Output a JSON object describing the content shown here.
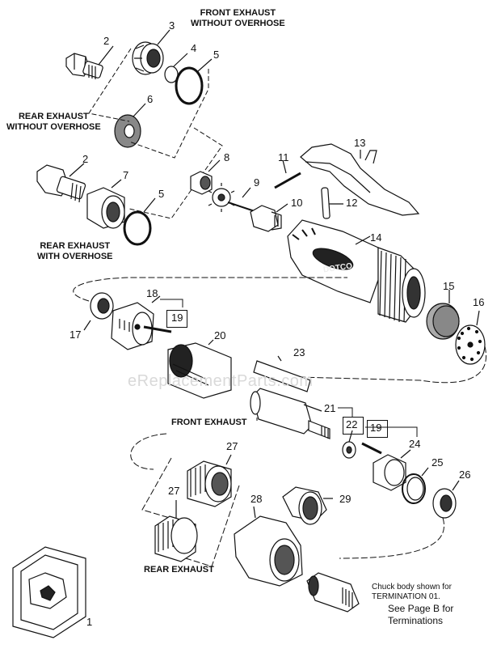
{
  "labels": {
    "front_exhaust_without_overhose": [
      "FRONT EXHAUST",
      "WITHOUT OVERHOSE"
    ],
    "rear_exhaust_without_overhose": [
      "REAR EXHAUST",
      "WITHOUT OVERHOSE"
    ],
    "rear_exhaust_with_overhose": [
      "REAR EXHAUST",
      "WITH OVERHOSE"
    ],
    "front_exhaust": "FRONT EXHAUST",
    "rear_exhaust": "REAR EXHAUST"
  },
  "notes": {
    "chuck_body": [
      "Chuck body shown for",
      "TERMINATION 01."
    ],
    "see_page": [
      "See Page B for",
      "Terminations"
    ]
  },
  "watermark": "eReplacementParts.com",
  "brand_mark": "DOTCO",
  "callouts": {
    "p1": "1",
    "p2a": "2",
    "p2b": "2",
    "p3": "3",
    "p4": "4",
    "p5a": "5",
    "p5b": "5",
    "p6": "6",
    "p7": "7",
    "p8": "8",
    "p9": "9",
    "p10": "10",
    "p11": "11",
    "p12": "12",
    "p13": "13",
    "p14": "14",
    "p15": "15",
    "p16": "16",
    "p17": "17",
    "p18": "18",
    "p19a": "19",
    "p19b": "19",
    "p20": "20",
    "p21": "21",
    "p22": "22",
    "p23": "23",
    "p24": "24",
    "p25": "25",
    "p26": "26",
    "p27a": "27",
    "p27b": "27",
    "p28": "28",
    "p29": "29"
  }
}
